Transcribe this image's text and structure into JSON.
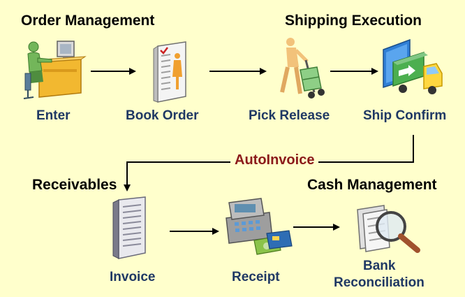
{
  "sections": {
    "order_management": "Order Management",
    "shipping_execution": "Shipping Execution",
    "receivables": "Receivables",
    "cash_management": "Cash Management"
  },
  "steps": {
    "enter": "Enter",
    "book_order": "Book Order",
    "pick_release": "Pick Release",
    "ship_confirm": "Ship Confirm",
    "invoice": "Invoice",
    "receipt": "Receipt",
    "bank_reconciliation_line1": "Bank",
    "bank_reconciliation_line2": "Reconciliation"
  },
  "connector": {
    "autoinvoice": "AutoInvoice"
  },
  "icons": {
    "enter": "person-at-computer-icon",
    "book_order": "order-document-icon",
    "pick_release": "hand-truck-worker-icon",
    "ship_confirm": "delivery-truck-icon",
    "invoice": "invoice-book-icon",
    "receipt": "cash-register-icon",
    "bank_reconciliation": "magnifier-document-icon"
  },
  "colors": {
    "background": "#ffffcc",
    "step_label": "#1f3864",
    "connector_label": "#8b1a1a"
  }
}
